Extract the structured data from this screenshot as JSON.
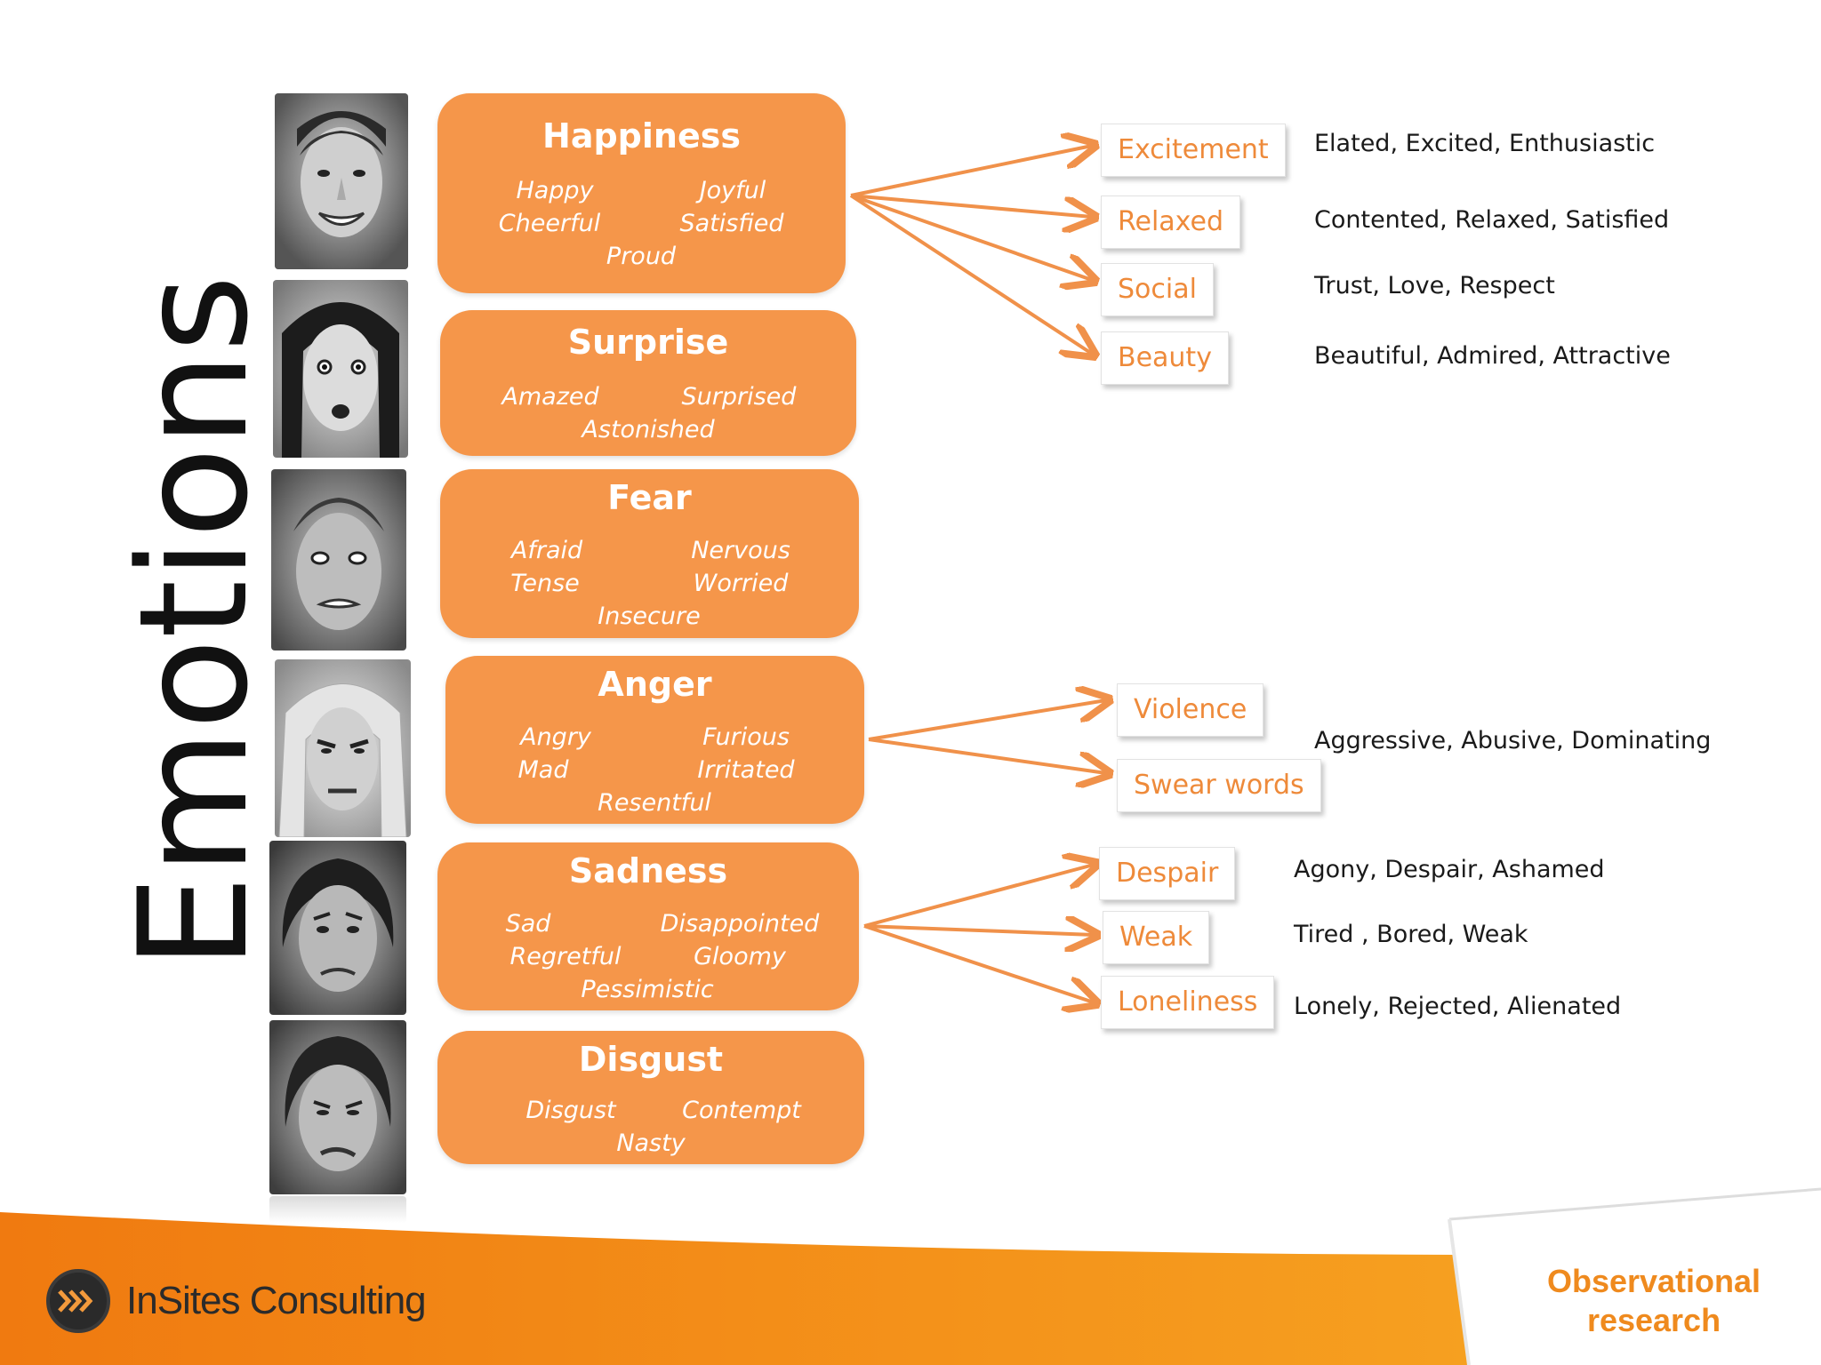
{
  "title": "Emotions",
  "emotions": [
    {
      "name": "Happiness",
      "words": [
        "Happy",
        "Joyful",
        "Cheerful",
        "Satisfied",
        "Proud"
      ]
    },
    {
      "name": "Surprise",
      "words": [
        "Amazed",
        "Surprised",
        "Astonished"
      ]
    },
    {
      "name": "Fear",
      "words": [
        "Afraid",
        "Nervous",
        "Tense",
        "Worried",
        "Insecure"
      ]
    },
    {
      "name": "Anger",
      "words": [
        "Angry",
        "Furious",
        "Mad",
        "Irritated",
        "Resentful"
      ]
    },
    {
      "name": "Sadness",
      "words": [
        "Sad",
        "Disappointed",
        "Regretful",
        "Gloomy",
        "Pessimistic"
      ]
    },
    {
      "name": "Disgust",
      "words": [
        "Disgust",
        "Contempt",
        "Nasty"
      ]
    }
  ],
  "branches": {
    "happiness": [
      {
        "label": "Excitement",
        "description": "Elated, Excited, Enthusiastic"
      },
      {
        "label": "Relaxed",
        "description": "Contented, Relaxed, Satisfied"
      },
      {
        "label": "Social",
        "description": "Trust, Love, Respect"
      },
      {
        "label": "Beauty",
        "description": "Beautiful, Admired, Attractive"
      }
    ],
    "anger": {
      "labels": [
        "Violence",
        "Swear words"
      ],
      "description": "Aggressive, Abusive, Dominating"
    },
    "sadness": [
      {
        "label": "Despair",
        "description": "Agony, Despair, Ashamed"
      },
      {
        "label": "Weak",
        "description": "Tired , Bored, Weak"
      },
      {
        "label": "Loneliness",
        "description": "Lonely, Rejected, Alienated"
      }
    ]
  },
  "footer": {
    "company": "InSites Consulting",
    "tag_line1": "Observational",
    "tag_line2": "research"
  },
  "colors": {
    "box_orange": "#f5964a",
    "label_text": "#ee8a3a",
    "arrow": "#f0914a",
    "footer_orange": "#f08a14",
    "accent_text": "#ef8a1e"
  },
  "icons": {
    "logo": "chevron-arrows-logo-icon"
  }
}
